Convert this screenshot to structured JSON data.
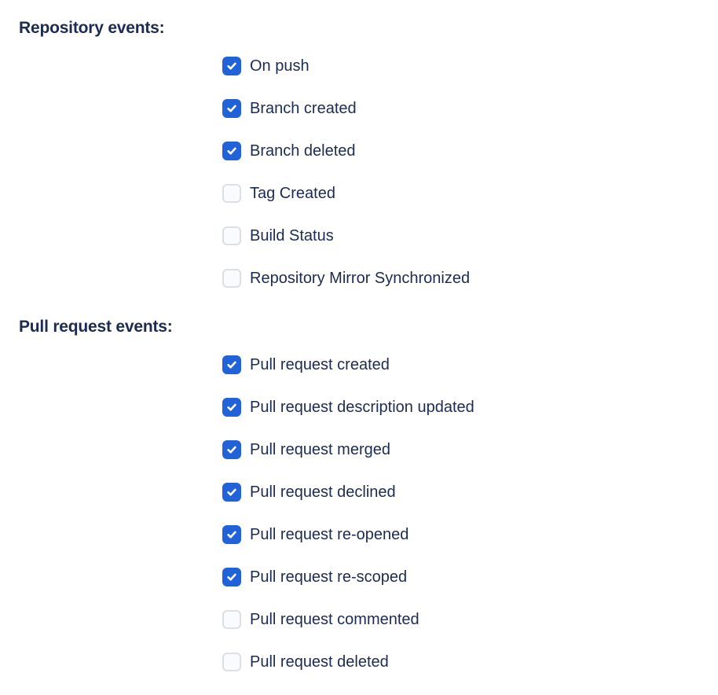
{
  "colors": {
    "text": "#1c2b52",
    "checkbox_checked_bg": "#2262d9",
    "checkbox_checkmark": "#ffffff",
    "checkbox_unchecked_bg": "#fafbfc",
    "checkbox_unchecked_border": "#dcdfe4",
    "background": "#ffffff"
  },
  "form": {
    "sections": [
      {
        "heading": "Repository events:",
        "items": [
          {
            "label": "On push",
            "checked": true
          },
          {
            "label": "Branch created",
            "checked": true
          },
          {
            "label": "Branch deleted",
            "checked": true
          },
          {
            "label": "Tag Created",
            "checked": false
          },
          {
            "label": "Build Status",
            "checked": false
          },
          {
            "label": "Repository Mirror Synchronized",
            "checked": false
          }
        ]
      },
      {
        "heading": "Pull request events:",
        "items": [
          {
            "label": "Pull request created",
            "checked": true
          },
          {
            "label": "Pull request description updated",
            "checked": true
          },
          {
            "label": "Pull request merged",
            "checked": true
          },
          {
            "label": "Pull request declined",
            "checked": true
          },
          {
            "label": "Pull request re-opened",
            "checked": true
          },
          {
            "label": "Pull request re-scoped",
            "checked": true
          },
          {
            "label": "Pull request commented",
            "checked": false
          },
          {
            "label": "Pull request deleted",
            "checked": false
          }
        ]
      }
    ]
  }
}
